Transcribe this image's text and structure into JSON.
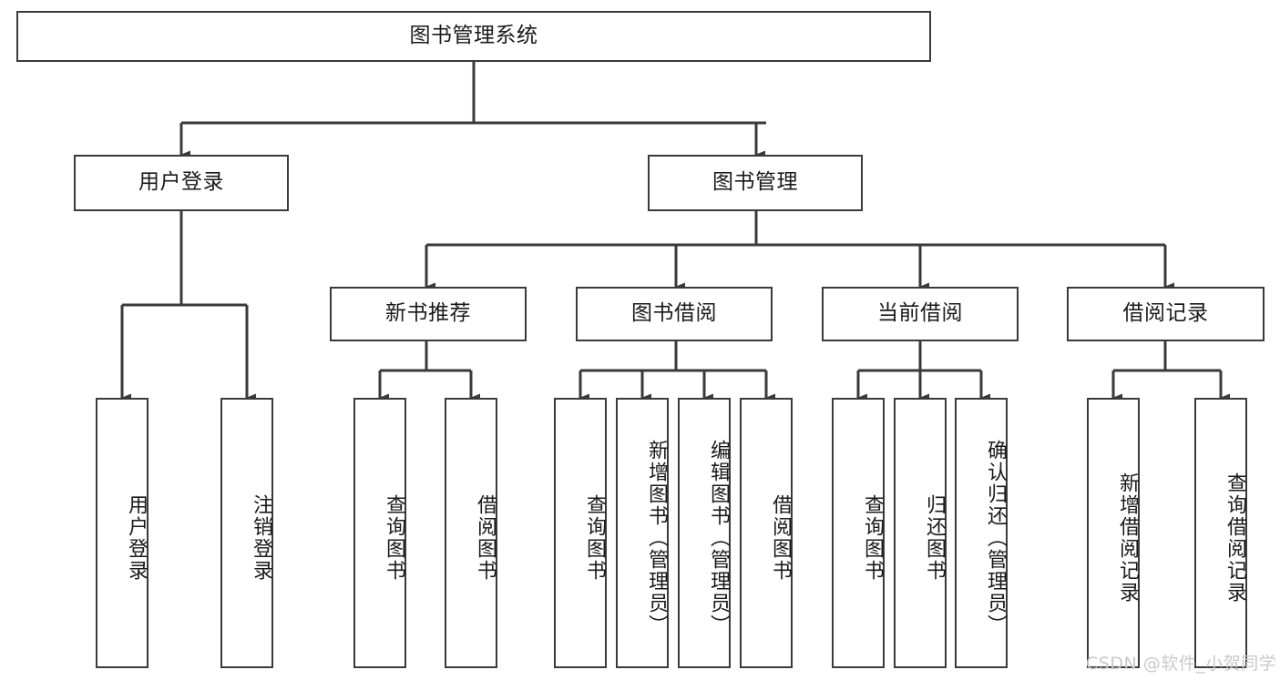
{
  "diagram": {
    "title": "图书管理系统",
    "watermark": "CSDN @软件_小贺同学",
    "line_color": "#3a3a3a",
    "text_color": "#1a1a1a",
    "background": "#ffffff",
    "watermark_color": "#c9c9c9"
  },
  "chart_data": {
    "type": "diagram",
    "title": "图书管理系统",
    "orientation": "top-down tree",
    "levels": 4,
    "nodes": [
      {
        "id": "root",
        "label": "图书管理系统",
        "level": 0,
        "parent": null
      },
      {
        "id": "login",
        "label": "用户登录",
        "level": 1,
        "parent": "root"
      },
      {
        "id": "bookmgr",
        "label": "图书管理",
        "level": 1,
        "parent": "root"
      },
      {
        "id": "login-1",
        "label": "用户登录",
        "level": 2,
        "parent": "login"
      },
      {
        "id": "login-2",
        "label": "注销登录",
        "level": 2,
        "parent": "login"
      },
      {
        "id": "newbook",
        "label": "新书推荐",
        "level": 2,
        "parent": "bookmgr"
      },
      {
        "id": "borrow",
        "label": "图书借阅",
        "level": 2,
        "parent": "bookmgr"
      },
      {
        "id": "current",
        "label": "当前借阅",
        "level": 2,
        "parent": "bookmgr"
      },
      {
        "id": "record",
        "label": "借阅记录",
        "level": 2,
        "parent": "bookmgr"
      },
      {
        "id": "newbook-1",
        "label": "查询图书",
        "level": 3,
        "parent": "newbook"
      },
      {
        "id": "newbook-2",
        "label": "借阅图书",
        "level": 3,
        "parent": "newbook"
      },
      {
        "id": "borrow-1",
        "label": "查询图书",
        "level": 3,
        "parent": "borrow"
      },
      {
        "id": "borrow-2",
        "label": "新增图书（管理员）",
        "level": 3,
        "parent": "borrow"
      },
      {
        "id": "borrow-3",
        "label": "编辑图书（管理员）",
        "level": 3,
        "parent": "borrow"
      },
      {
        "id": "borrow-4",
        "label": "借阅图书",
        "level": 3,
        "parent": "borrow"
      },
      {
        "id": "current-1",
        "label": "查询图书",
        "level": 3,
        "parent": "current"
      },
      {
        "id": "current-2",
        "label": "归还图书",
        "level": 3,
        "parent": "current"
      },
      {
        "id": "current-3",
        "label": "确认归还（管理员）",
        "level": 3,
        "parent": "current"
      },
      {
        "id": "record-1",
        "label": "新增借阅记录",
        "level": 3,
        "parent": "record"
      },
      {
        "id": "record-2",
        "label": "查询借阅记录",
        "level": 3,
        "parent": "record"
      }
    ]
  },
  "level1": {
    "login": "用户登录",
    "bookmgr": "图书管理"
  },
  "level2": {
    "newbook": "新书推荐",
    "borrow": "图书借阅",
    "current": "当前借阅",
    "record": "借阅记录"
  },
  "leaves": {
    "login_1": "用户登录",
    "login_2": "注销登录",
    "newbook_1": "查询图书",
    "newbook_2": "借阅图书",
    "borrow_1": "查询图书",
    "borrow_2": "新增图书（管理员）",
    "borrow_3": "编辑图书（管理员）",
    "borrow_4": "借阅图书",
    "current_1": "查询图书",
    "current_2": "归还图书",
    "current_3": "确认归还（管理员）",
    "record_1": "新增借阅记录",
    "record_2": "查询借阅记录"
  }
}
